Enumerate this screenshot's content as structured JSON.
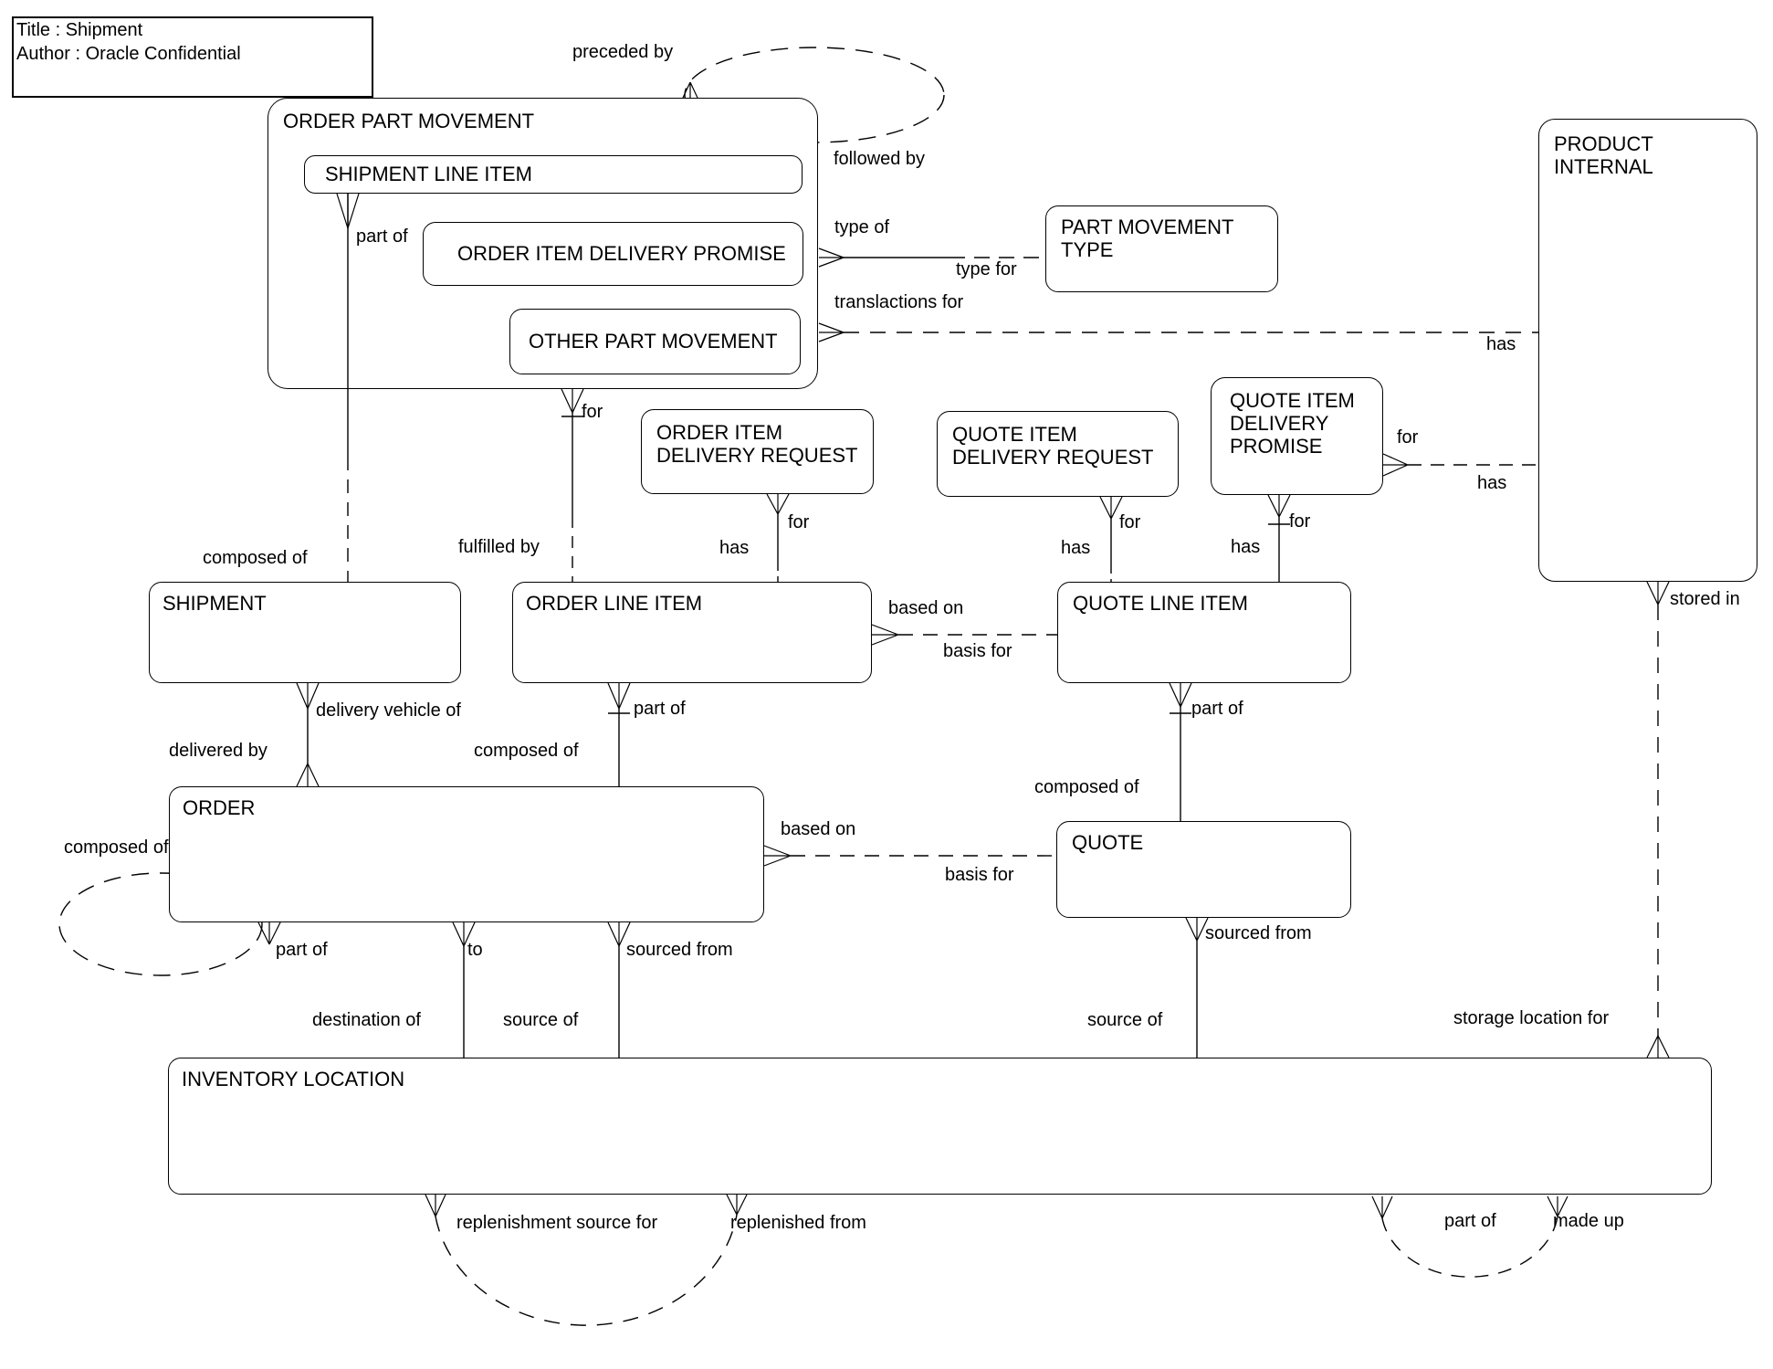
{
  "title_block": {
    "title_line": "Title : Shipment",
    "author_line": "Author : Oracle Confidential"
  },
  "entities": {
    "order_part_movement": {
      "label": "ORDER PART MOVEMENT"
    },
    "shipment_line_item": {
      "label": "SHIPMENT LINE ITEM"
    },
    "order_item_delivery_promise": {
      "label": "ORDER ITEM DELIVERY PROMISE"
    },
    "other_part_movement": {
      "label": "OTHER PART MOVEMENT"
    },
    "part_movement_type": {
      "label": "PART MOVEMENT\nTYPE"
    },
    "product_internal": {
      "label": "PRODUCT\nINTERNAL"
    },
    "order_item_delivery_request": {
      "label": "ORDER ITEM\nDELIVERY REQUEST"
    },
    "quote_item_delivery_request": {
      "label": "QUOTE ITEM\nDELIVERY REQUEST"
    },
    "quote_item_delivery_promise": {
      "label": "QUOTE ITEM\nDELIVERY\nPROMISE"
    },
    "shipment": {
      "label": "SHIPMENT"
    },
    "order_line_item": {
      "label": "ORDER LINE ITEM"
    },
    "quote_line_item": {
      "label": "QUOTE LINE ITEM"
    },
    "order": {
      "label": "ORDER"
    },
    "quote": {
      "label": "QUOTE"
    },
    "inventory_location": {
      "label": "INVENTORY LOCATION"
    }
  },
  "rel": {
    "preceded_by": "preceded by",
    "followed_by": "followed by",
    "part_of_shipment_line": "part of",
    "type_of": "type of",
    "type_for": "type for",
    "translactions_for": "translactions for",
    "has_product_1": "has",
    "for_qidp_product": "for",
    "has_product_2": "has",
    "for_opm": "for",
    "fulfilled_by": "fulfilled by",
    "for_oidr": "for",
    "has_oli": "has",
    "for_qidr": "for",
    "has_qli_1": "has",
    "for_qidp": "for",
    "has_qli_2": "has",
    "composed_of_shipment": "composed of",
    "stored_in": "stored in",
    "based_on_line_item": "based on",
    "basis_for_line_item": "basis for",
    "delivery_vehicle_of": "delivery vehicle of",
    "part_of_order_line": "part of",
    "part_of_quote_line": "part of",
    "delivered_by": "delivered by",
    "composed_of_order_line": "composed of",
    "composed_of_quote_line": "composed of",
    "composed_of_order_loop": "composed of",
    "based_on_order": "based on",
    "basis_for_order": "basis for",
    "sourced_from_quote": "sourced from",
    "part_of_order_loop": "part of",
    "to_location": "to",
    "sourced_from_order": "sourced from",
    "destination_of": "destination of",
    "source_of_order": "source of",
    "source_of_quote": "source of",
    "storage_location_for": "storage location for",
    "replenishment_source_for": "replenishment source for",
    "replenished_from": "replenished from",
    "part_of_location_loop": "part of",
    "made_up": "made up"
  }
}
